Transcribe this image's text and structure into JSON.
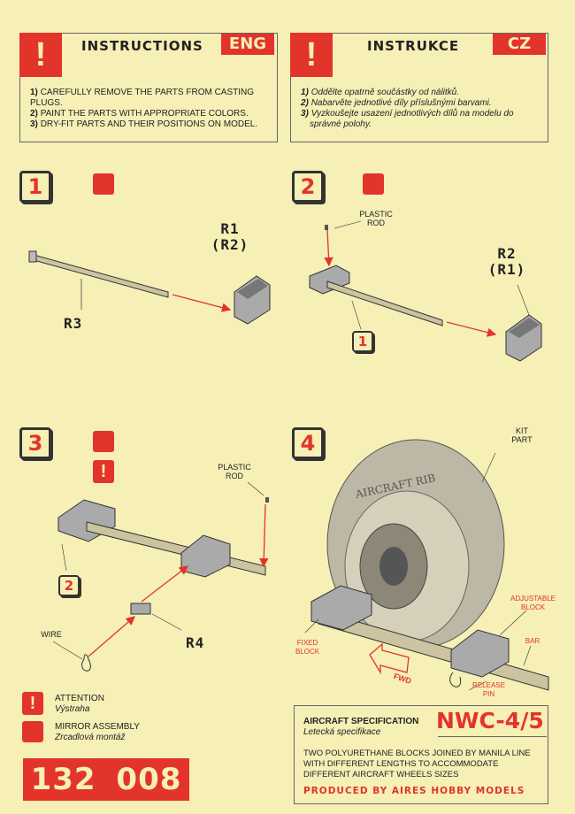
{
  "eng": {
    "title": "INSTRUCTIONS",
    "lang": "ENG",
    "items": [
      {
        "n": "1)",
        "t": "CAREFULLY REMOVE THE PARTS FROM CASTING PLUGS."
      },
      {
        "n": "2)",
        "t": "PAINT THE PARTS WITH APPROPRIATE COLORS."
      },
      {
        "n": "3)",
        "t": "DRY-FIT PARTS AND THEIR POSITIONS ON MODEL."
      }
    ]
  },
  "cz": {
    "title": "INSTRUKCE",
    "lang": "CZ",
    "items": [
      {
        "n": "1)",
        "t": "Oddělte opatrně součástky od nálitků."
      },
      {
        "n": "2)",
        "t": "Nabarvěte jednotlivé díly příslušnými barvami."
      },
      {
        "n": "3)",
        "t": "Vyzkoušejte usazení jednotlivých dílů na modelu do správné polohy."
      }
    ]
  },
  "excl": "!",
  "steps": {
    "s1": {
      "num": "1",
      "part_a": "R1",
      "part_a_alt": "(R2)",
      "part_b": "R3"
    },
    "s2": {
      "num": "2",
      "rod": "PLASTIC ROD",
      "part_a": "R2",
      "part_a_alt": "(R1)",
      "ref": "1"
    },
    "s3": {
      "num": "3",
      "rod": "PLASTIC ROD",
      "ref": "2",
      "part": "R4",
      "wire": "WIRE"
    },
    "s4": {
      "num": "4",
      "kit": "KIT PART",
      "adjustable": "ADJUSTABLE BLOCK",
      "fixed": "FIXED BLOCK",
      "bar": "BAR",
      "pin": "RELEASE PIN",
      "fwd": "FWD",
      "tire_text": "AIRCRAFT RIB"
    }
  },
  "legend": {
    "attention": "ATTENTION",
    "attention_cz": "Výstraha",
    "mirror": "MIRROR ASSEMBLY",
    "mirror_cz": "Zrcadlová montáž"
  },
  "product_code": "132 008",
  "spec": {
    "title": "AIRCRAFT SPECIFICATION",
    "title_cz": "Letecká specifikace",
    "model": "NWC-4/5",
    "desc": "TWO POLYURETHANE BLOCKS JOINED BY MANILA LINE WITH DIFFERENT LENGTHS TO ACCOMMODATE DIFFERENT AIRCRAFT WHEELS SIZES",
    "producer": "PRODUCED BY AIRES HOBBY MODELS"
  },
  "colors": {
    "red": "#e3342b",
    "paper": "#f6efb6"
  }
}
